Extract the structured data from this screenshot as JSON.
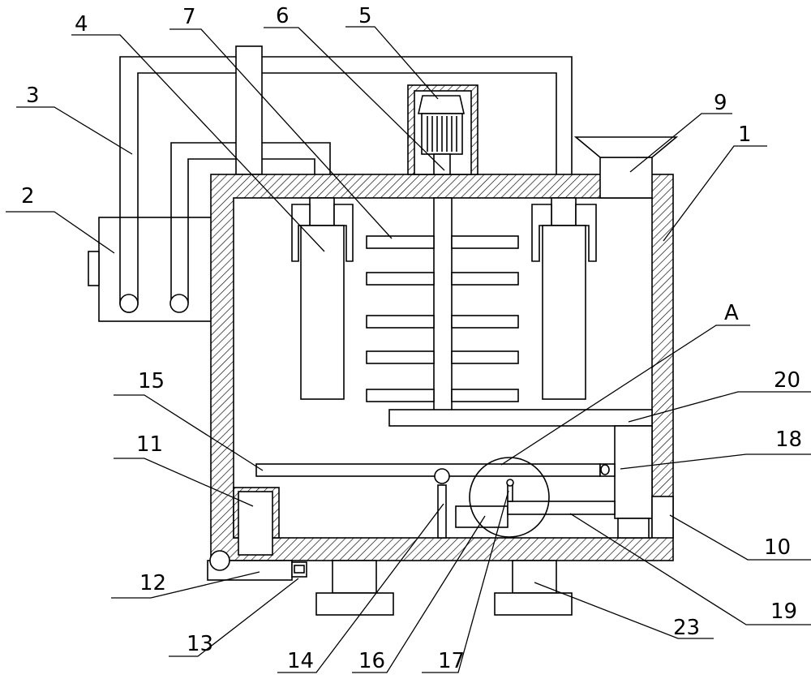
{
  "labels": {
    "l1": "1",
    "l2": "2",
    "l3": "3",
    "l4": "4",
    "l5": "5",
    "l6": "6",
    "l7": "7",
    "l9": "9",
    "l10": "10",
    "l11": "11",
    "l12": "12",
    "l13": "13",
    "l14": "14",
    "l15": "15",
    "l16": "16",
    "l17": "17",
    "l18": "18",
    "l19": "19",
    "l20": "20",
    "l23": "23",
    "lA": "A"
  }
}
